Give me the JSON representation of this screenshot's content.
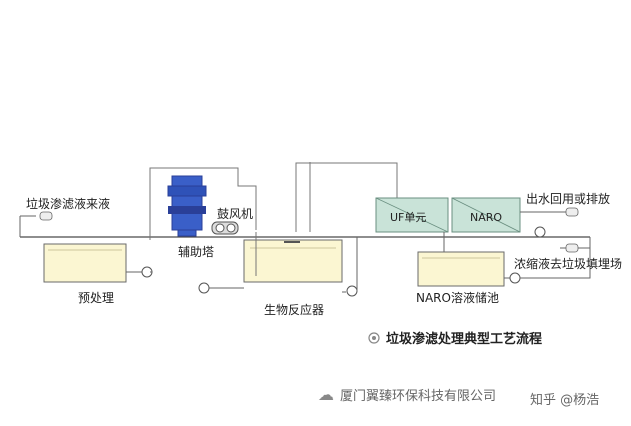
{
  "labels": {
    "leachate_in": "垃圾渗滤液来液",
    "aux_tower": "辅助塔",
    "blower": "鼓风机",
    "uf_unit": "UF单元",
    "naro_unit": "NARO",
    "effluent": "出水回用或排放",
    "concentrate": "浓缩液去垃圾填埋场",
    "pretreat": "预处理",
    "bioreactor": "生物反应器",
    "naro_tank": "NARO溶液储池",
    "caption": "垃圾渗滤处理典型工艺流程"
  },
  "watermark": {
    "company": "厦门翼臻环保科技有限公司",
    "platform": "知乎 @杨浩"
  },
  "colors": {
    "line": "#4a4a4a",
    "tank_border": "#6a6a6a",
    "water": "#fbf6d2",
    "tower_fill": "#3a5fc8",
    "tower_dark": "#2a3f98",
    "unit_fill": "#c9e3d8",
    "unit_border": "#6a8f80"
  }
}
